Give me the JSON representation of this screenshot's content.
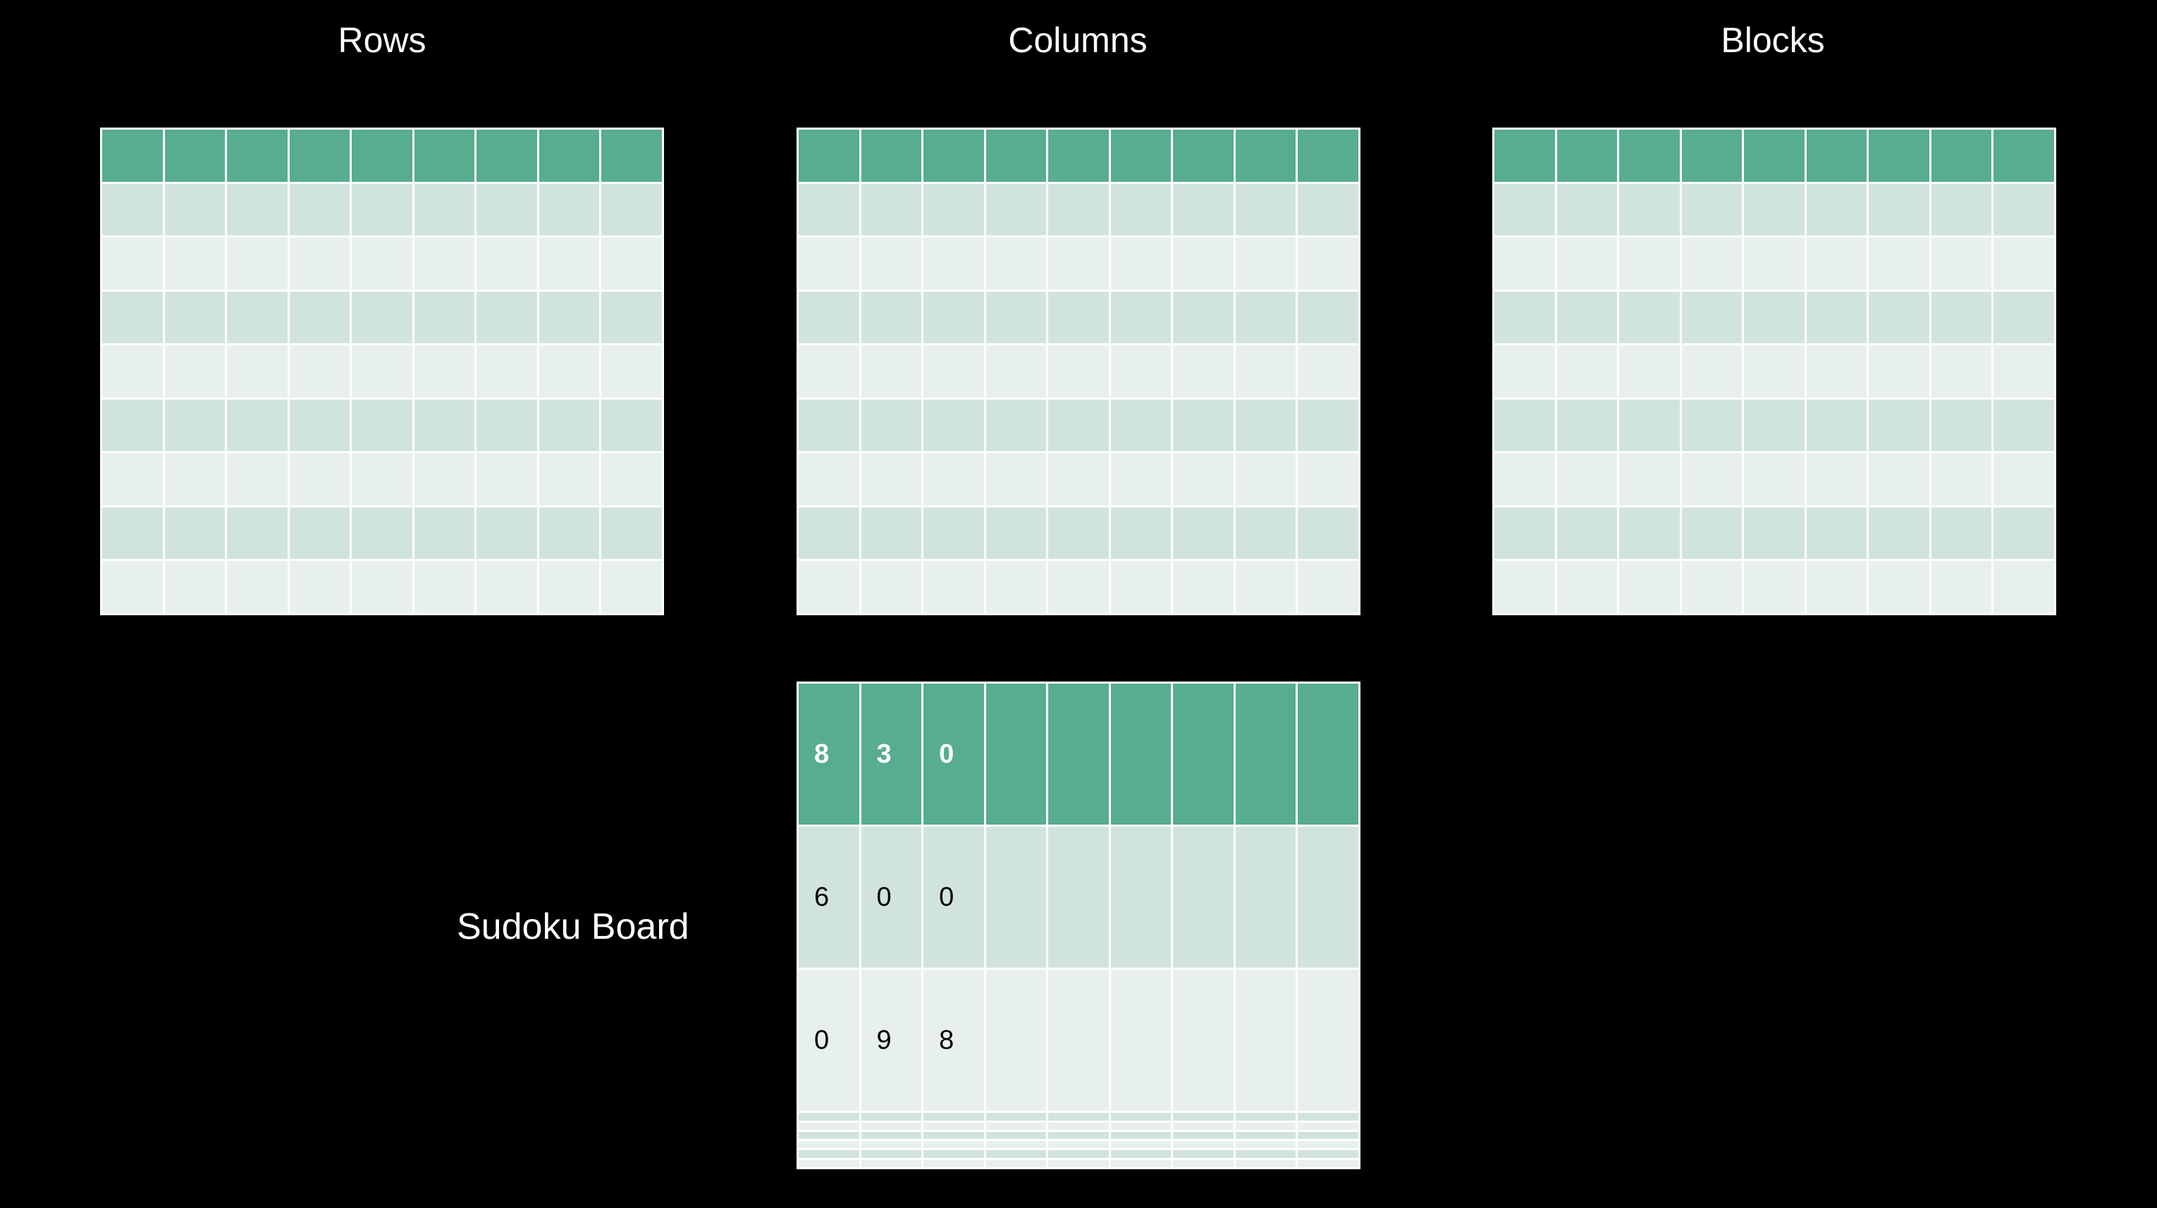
{
  "titles": {
    "rows": "Rows",
    "columns": "Columns",
    "blocks": "Blocks",
    "board": "Sudoku Board"
  },
  "grid_size": {
    "rows": 9,
    "cols": 9
  },
  "colors": {
    "background": "#000000",
    "header_row": "#57ad8d",
    "band_dark": "#d1e4dc",
    "band_light": "#e8f0ed",
    "cell_border": "#ffffff"
  },
  "board": {
    "cells": [
      [
        "8",
        "3",
        "0",
        "",
        "",
        "",
        "",
        "",
        ""
      ],
      [
        "6",
        "0",
        "0",
        "",
        "",
        "",
        "",
        "",
        ""
      ],
      [
        "0",
        "9",
        "8",
        "",
        "",
        "",
        "",
        "",
        ""
      ],
      [
        "",
        "",
        "",
        "",
        "",
        "",
        "",
        "",
        ""
      ],
      [
        "",
        "",
        "",
        "",
        "",
        "",
        "",
        "",
        ""
      ],
      [
        "",
        "",
        "",
        "",
        "",
        "",
        "",
        "",
        ""
      ],
      [
        "",
        "",
        "",
        "",
        "",
        "",
        "",
        "",
        ""
      ],
      [
        "",
        "",
        "",
        "",
        "",
        "",
        "",
        "",
        ""
      ],
      [
        "",
        "",
        "",
        "",
        "",
        "",
        "",
        "",
        ""
      ]
    ]
  }
}
